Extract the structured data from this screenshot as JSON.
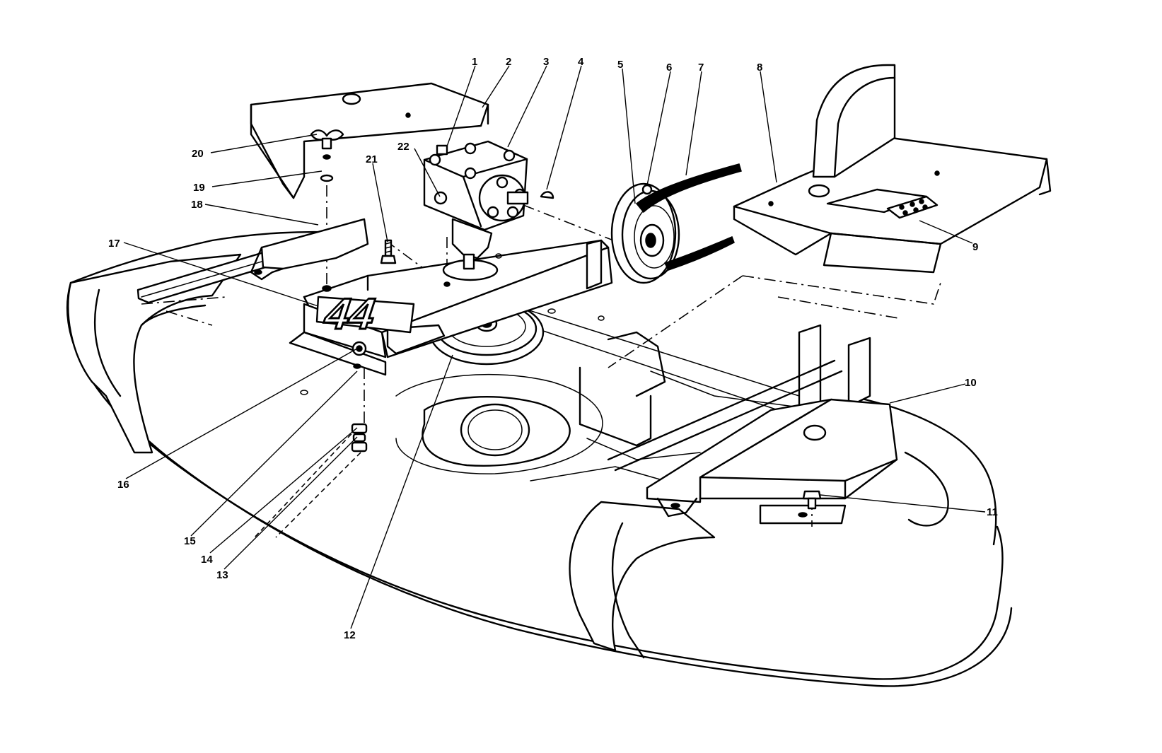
{
  "diagram": {
    "deck_logo": "44",
    "callouts": [
      {
        "id": "c1",
        "label": "1"
      },
      {
        "id": "c2",
        "label": "2"
      },
      {
        "id": "c3",
        "label": "3"
      },
      {
        "id": "c4",
        "label": "4"
      },
      {
        "id": "c5",
        "label": "5"
      },
      {
        "id": "c6",
        "label": "6"
      },
      {
        "id": "c7",
        "label": "7"
      },
      {
        "id": "c8",
        "label": "8"
      },
      {
        "id": "c9",
        "label": "9"
      },
      {
        "id": "c10",
        "label": "10"
      },
      {
        "id": "c11",
        "label": "11"
      },
      {
        "id": "c12",
        "label": "12"
      },
      {
        "id": "c13",
        "label": "13"
      },
      {
        "id": "c14",
        "label": "14"
      },
      {
        "id": "c15",
        "label": "15"
      },
      {
        "id": "c16",
        "label": "16"
      },
      {
        "id": "c17",
        "label": "17"
      },
      {
        "id": "c18",
        "label": "18"
      },
      {
        "id": "c19",
        "label": "19"
      },
      {
        "id": "c20",
        "label": "20"
      },
      {
        "id": "c21",
        "label": "21"
      },
      {
        "id": "c22",
        "label": "22"
      }
    ]
  }
}
